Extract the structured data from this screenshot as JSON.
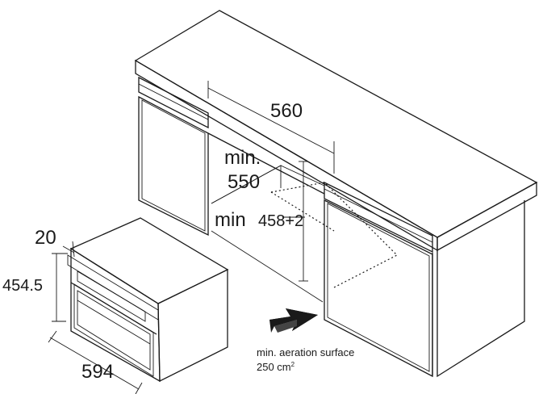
{
  "dimensions": {
    "niche_width": "560",
    "niche_depth_label": "min.",
    "niche_depth_value": "550",
    "niche_height_prefix": "min",
    "niche_height_value": "458+2",
    "appliance_front_depth": "20",
    "appliance_height": "454.5",
    "appliance_width": "594"
  },
  "aeration": {
    "line1": "min. aeration surface",
    "line2_value": "250 cm",
    "line2_superscript": "2"
  },
  "colors": {
    "line": "#1a1a1a",
    "background": "#ffffff"
  }
}
